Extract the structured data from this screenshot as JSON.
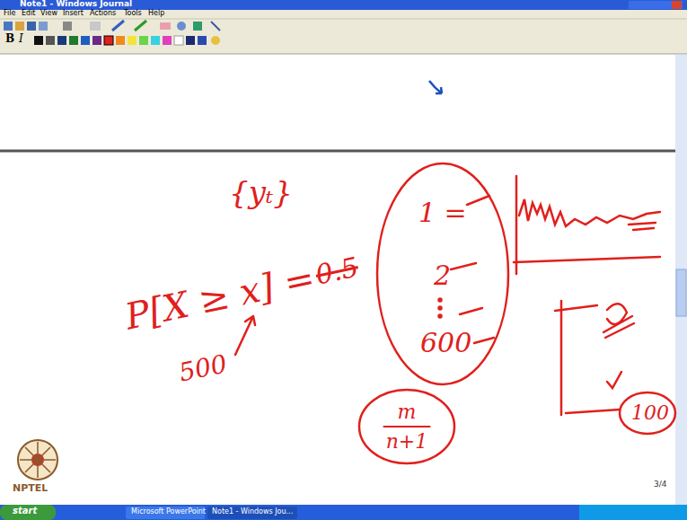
{
  "diagram": {
    "nodes": [
      {
        "text": [
          "1 =",
          "2",
          "600"
        ]
      },
      {
        "text": [
          "m",
          "n+1"
        ]
      }
    ],
    "labels": [
      "Note1 - Windows Journal",
      "File",
      "Edit",
      "View",
      "Insert",
      "Actions",
      "Tools",
      "Help",
      "B",
      "I",
      "{yₜ}",
      "P[X ≥ x] =",
      "0.5",
      "500",
      "100",
      "3/4",
      "start",
      "Microsoft PowerPoint",
      "Note1 - Windows Jou...",
      "NPTEL"
    ]
  }
}
